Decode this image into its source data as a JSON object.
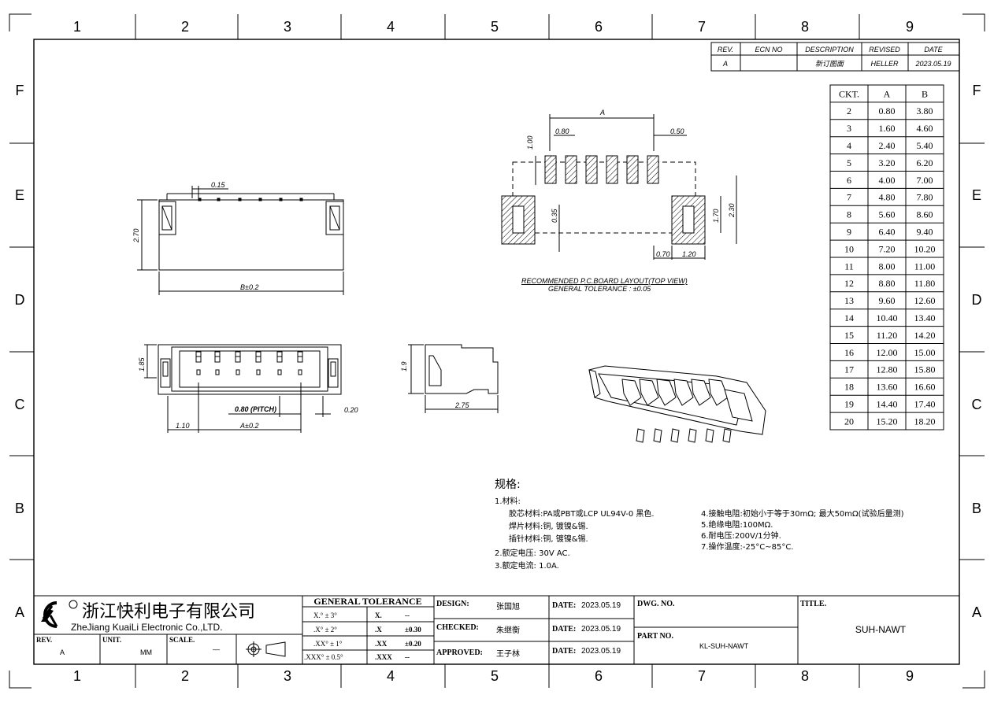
{
  "frame": {
    "cols": [
      "1",
      "2",
      "3",
      "4",
      "5",
      "6",
      "7",
      "8",
      "9"
    ],
    "rows": [
      "F",
      "E",
      "D",
      "C",
      "B",
      "A"
    ]
  },
  "revision": {
    "headers": [
      "REV.",
      "ECN NO",
      "DESCRIPTION",
      "REVISED",
      "DATE"
    ],
    "row": [
      "A",
      "",
      "新订图面",
      "HELLER",
      "2023.05.19"
    ]
  },
  "ckt_table": {
    "headers": [
      "CKT.",
      "A",
      "B"
    ],
    "rows": [
      [
        "2",
        "0.80",
        "3.80"
      ],
      [
        "3",
        "1.60",
        "4.60"
      ],
      [
        "4",
        "2.40",
        "5.40"
      ],
      [
        "5",
        "3.20",
        "6.20"
      ],
      [
        "6",
        "4.00",
        "7.00"
      ],
      [
        "7",
        "4.80",
        "7.80"
      ],
      [
        "8",
        "5.60",
        "8.60"
      ],
      [
        "9",
        "6.40",
        "9.40"
      ],
      [
        "10",
        "7.20",
        "10.20"
      ],
      [
        "11",
        "8.00",
        "11.00"
      ],
      [
        "12",
        "8.80",
        "11.80"
      ],
      [
        "13",
        "9.60",
        "12.60"
      ],
      [
        "14",
        "10.40",
        "13.40"
      ],
      [
        "15",
        "11.20",
        "14.20"
      ],
      [
        "16",
        "12.00",
        "15.00"
      ],
      [
        "17",
        "12.80",
        "15.80"
      ],
      [
        "18",
        "13.60",
        "16.60"
      ],
      [
        "19",
        "14.40",
        "17.40"
      ],
      [
        "20",
        "15.20",
        "18.20"
      ]
    ]
  },
  "dims": {
    "d015": "0.15",
    "d270": "2.70",
    "b": "B±0.2",
    "d185": "1.85",
    "pitch": "0.80 (PITCH)",
    "d020": "0.20",
    "d110": "1.10",
    "a": "A±0.2",
    "d19": "1.9",
    "d275": "2.75",
    "pcb_a": "A",
    "pcb_080": "0.80",
    "pcb_050": "0.50",
    "pcb_100": "1.00",
    "pcb_035": "0.35",
    "pcb_170": "1.70",
    "pcb_230": "2.30",
    "pcb_070": "0.70",
    "pcb_120": "1.20"
  },
  "pcb_caption": {
    "title": "RECOMMENDED P.C.BOARD LAYOUT(TOP VIEW)",
    "tolerance": "GENERAL TOLERANCE : ±0.05"
  },
  "specs": {
    "heading": "规格:",
    "left": [
      "1.材料:",
      "胶芯材料:PA或PBT或LCP UL94V-0 黑色.",
      "焊片材料:铜, 镀镍&锡.",
      "插针材料:铜, 镀镍&锡.",
      "2.额定电压: 30V AC.",
      "3.额定电流: 1.0A."
    ],
    "right": [
      "4.接触电阻:初始小于等于30mΩ; 最大50mΩ(试验后量测)",
      "5.绝缘电阻:100MΩ.",
      "6.耐电压:200V/1分钟.",
      "7.操作温度:-25°C~85°C."
    ]
  },
  "title_block": {
    "company_cn": "浙江快利电子有限公司",
    "company_en": "ZheJiang KuaiLi Electronic Co.,LTD.",
    "rev_label": "REV.",
    "rev": "A",
    "unit_label": "UNIT.",
    "unit": "MM",
    "scale_label": "SCALE.",
    "scale": "—",
    "tol_title": "GENERAL TOLERANCE",
    "tol_left": [
      "X.° ± 3°",
      ".X° ± 2°",
      ".XX° ± 1°",
      ".XXX° ± 0.5°"
    ],
    "tol_mid": [
      "X.",
      ".X",
      ".XX",
      ".XXX"
    ],
    "tol_right": [
      "--",
      "±0.30",
      "±0.20",
      "--"
    ],
    "design_label": "DESIGN:",
    "design": "张国旭",
    "checked_label": "CHECKED:",
    "checked": "朱继衡",
    "approved_label": "APPROVED:",
    "approved": "王子林",
    "date_label": "DATE:",
    "date": "2023.05.19",
    "dwg_label": "DWG. NO.",
    "dwg": "",
    "part_label": "PART NO.",
    "part": "KL-SUH-NAWT",
    "title_label": "TITLE.",
    "title": "SUH-NAWT"
  }
}
